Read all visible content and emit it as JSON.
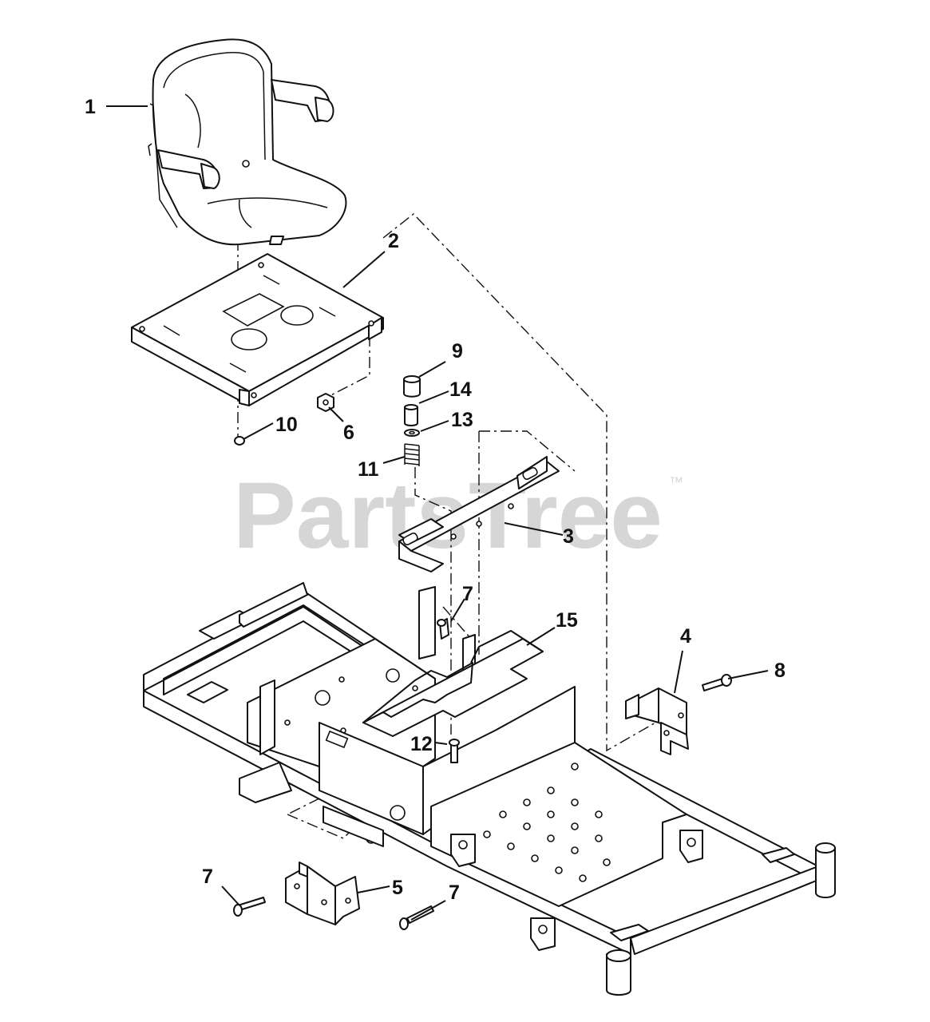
{
  "watermark": {
    "text": "PartsTree",
    "trademark": "™"
  },
  "callouts": [
    {
      "id": "c1",
      "text": "1"
    },
    {
      "id": "c2",
      "text": "2"
    },
    {
      "id": "c3",
      "text": "3"
    },
    {
      "id": "c4",
      "text": "4"
    },
    {
      "id": "c5",
      "text": "5"
    },
    {
      "id": "c6",
      "text": "6"
    },
    {
      "id": "c7a",
      "text": "7"
    },
    {
      "id": "c7b",
      "text": "7"
    },
    {
      "id": "c7c",
      "text": "7"
    },
    {
      "id": "c8",
      "text": "8"
    },
    {
      "id": "c9",
      "text": "9"
    },
    {
      "id": "c10",
      "text": "10"
    },
    {
      "id": "c11",
      "text": "11"
    },
    {
      "id": "c12",
      "text": "12"
    },
    {
      "id": "c13",
      "text": "13"
    },
    {
      "id": "c14",
      "text": "14"
    },
    {
      "id": "c15",
      "text": "15"
    }
  ]
}
